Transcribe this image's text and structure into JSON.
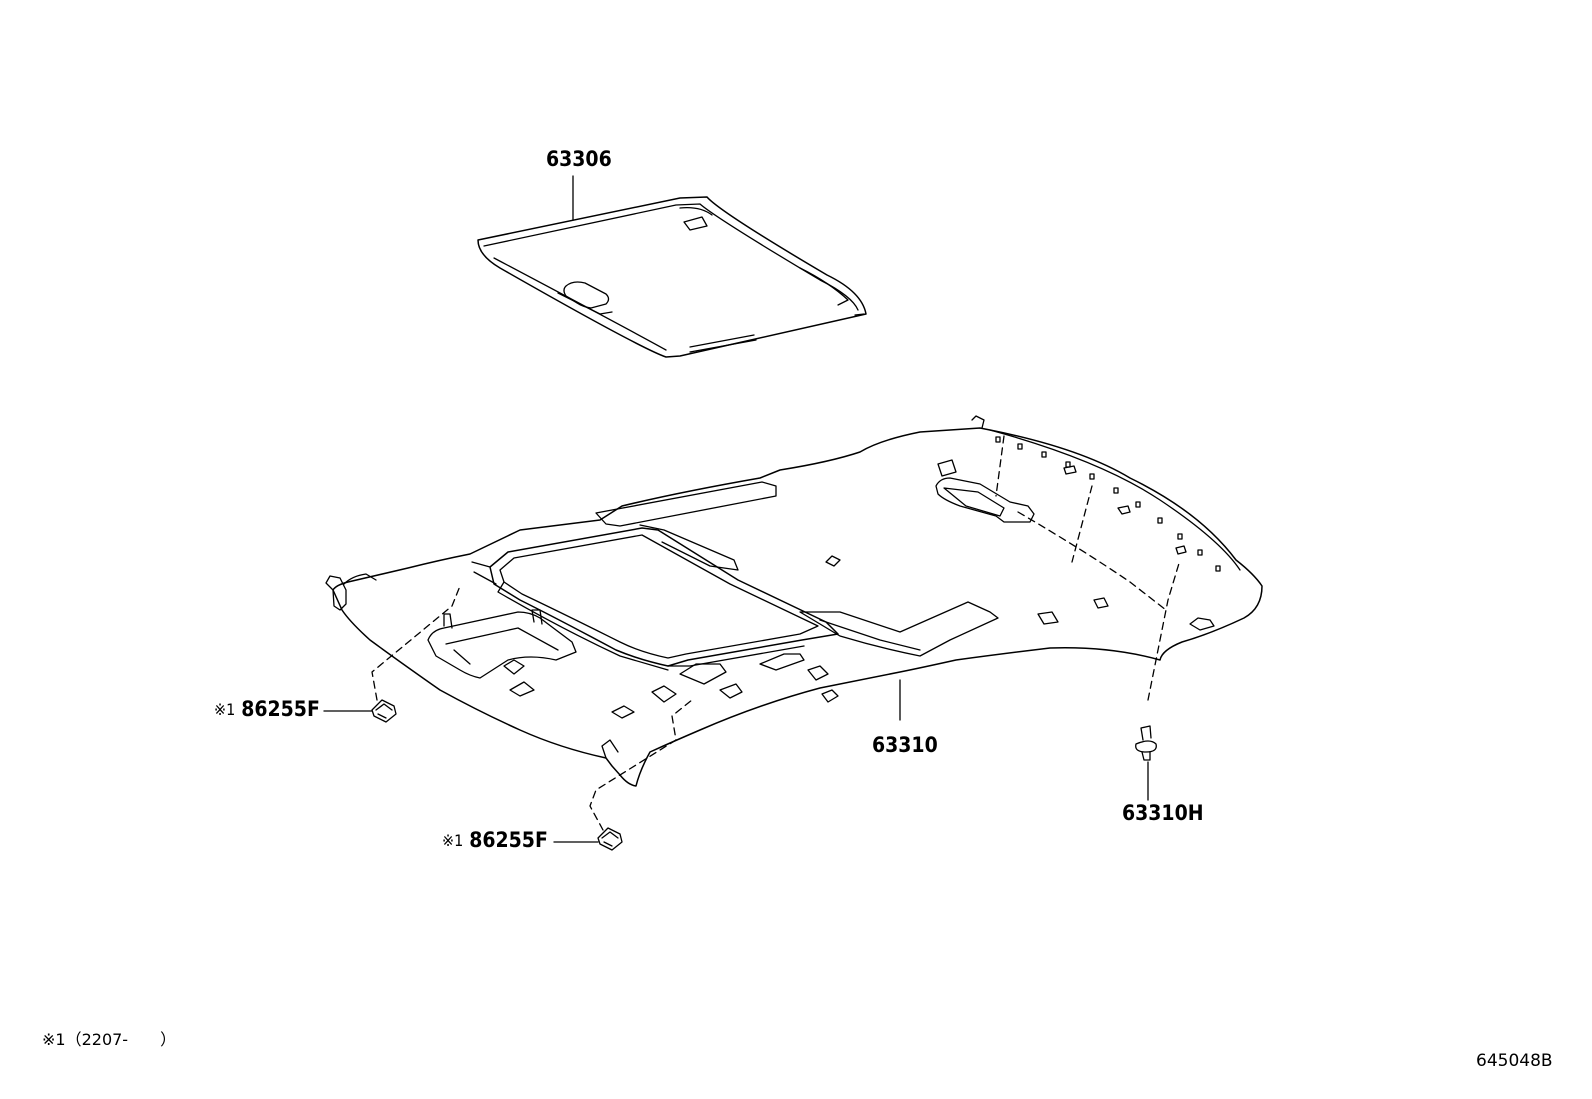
{
  "parts": {
    "sunshade": {
      "part_no": "63306"
    },
    "headliner": {
      "part_no": "63310"
    },
    "clip": {
      "part_no": "63310H"
    },
    "visor_holder_left": {
      "mark": "※1",
      "part_no": "86255F"
    },
    "visor_holder_right": {
      "mark": "※1",
      "part_no": "86255F"
    }
  },
  "footnote": {
    "text": "※1（2207-　　）"
  },
  "figure_id": "645048B",
  "colors": {
    "line": "#000000",
    "background": "#ffffff"
  }
}
